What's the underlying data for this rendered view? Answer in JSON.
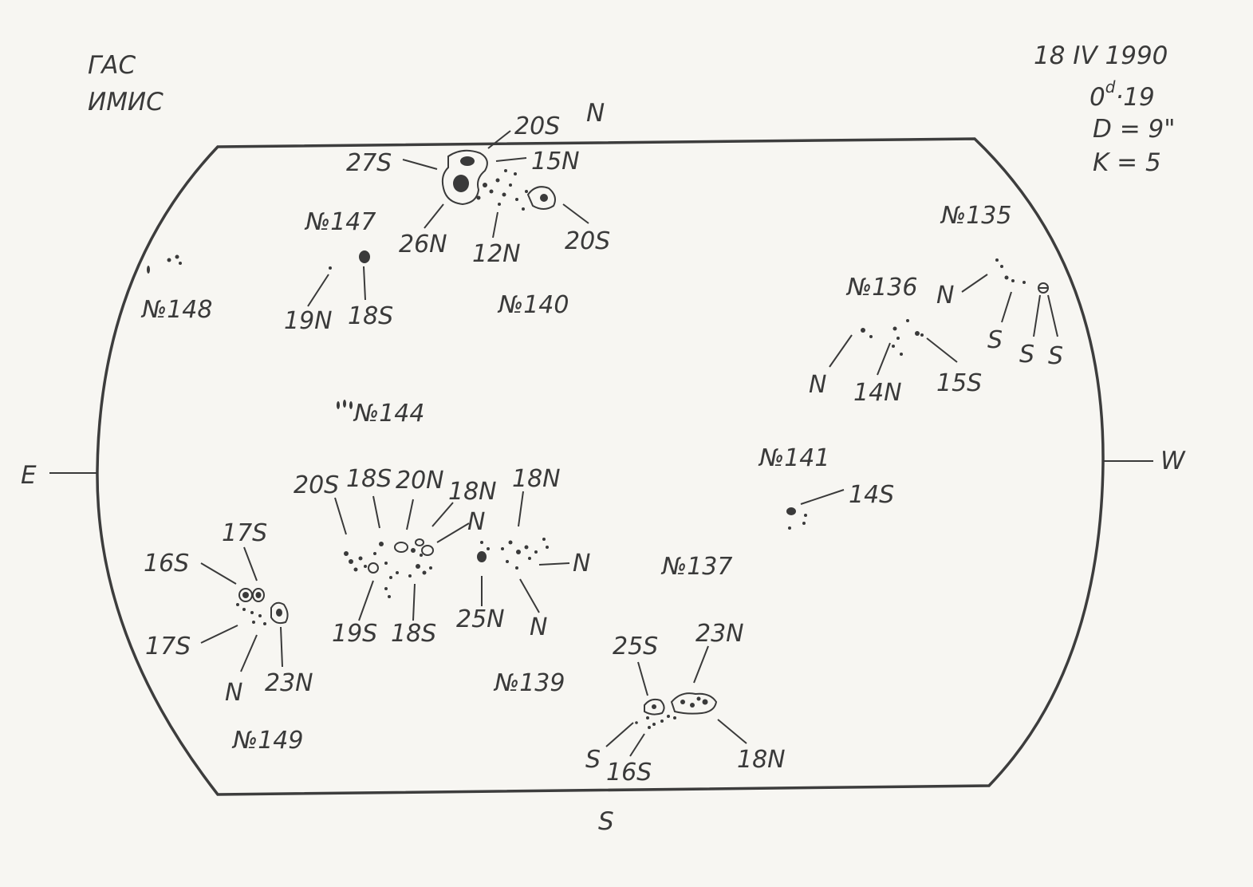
{
  "header": {
    "observatory": [
      "ГАС",
      "ИМИС"
    ],
    "date": "18 IV 1990",
    "time": "0d.19",
    "time_base": "0",
    "time_sup": "d",
    "time_rest": "·19",
    "diameter": "D = 9\"",
    "k_index": "K = 5"
  },
  "directions": {
    "north": "N",
    "south": "S",
    "east": "E",
    "west": "W"
  },
  "groups": {
    "n135": "№135",
    "n136": "№136",
    "n137": "№137",
    "n139": "№139",
    "n140": "№140",
    "n141": "№141",
    "n144": "№144",
    "n147": "№147",
    "n148": "№148",
    "n149": "№149"
  },
  "polarity": {
    "g140": [
      "20S",
      "27S",
      "15N",
      "26N",
      "12N",
      "20S"
    ],
    "g147": [
      "19N",
      "18S"
    ],
    "g135": [
      "N",
      "S",
      "S",
      "S"
    ],
    "g136": [
      "N",
      "14N",
      "15S"
    ],
    "g141": [
      "14S"
    ],
    "g144": [
      "20S",
      "18S",
      "20N",
      "18N",
      "N",
      "18N",
      "N",
      "19S",
      "18S",
      "25N",
      "N"
    ],
    "g149": [
      "17S",
      "16S",
      "17S",
      "N",
      "23N"
    ],
    "g139": [
      "25S",
      "23N",
      "S",
      "16S",
      "18N"
    ]
  }
}
